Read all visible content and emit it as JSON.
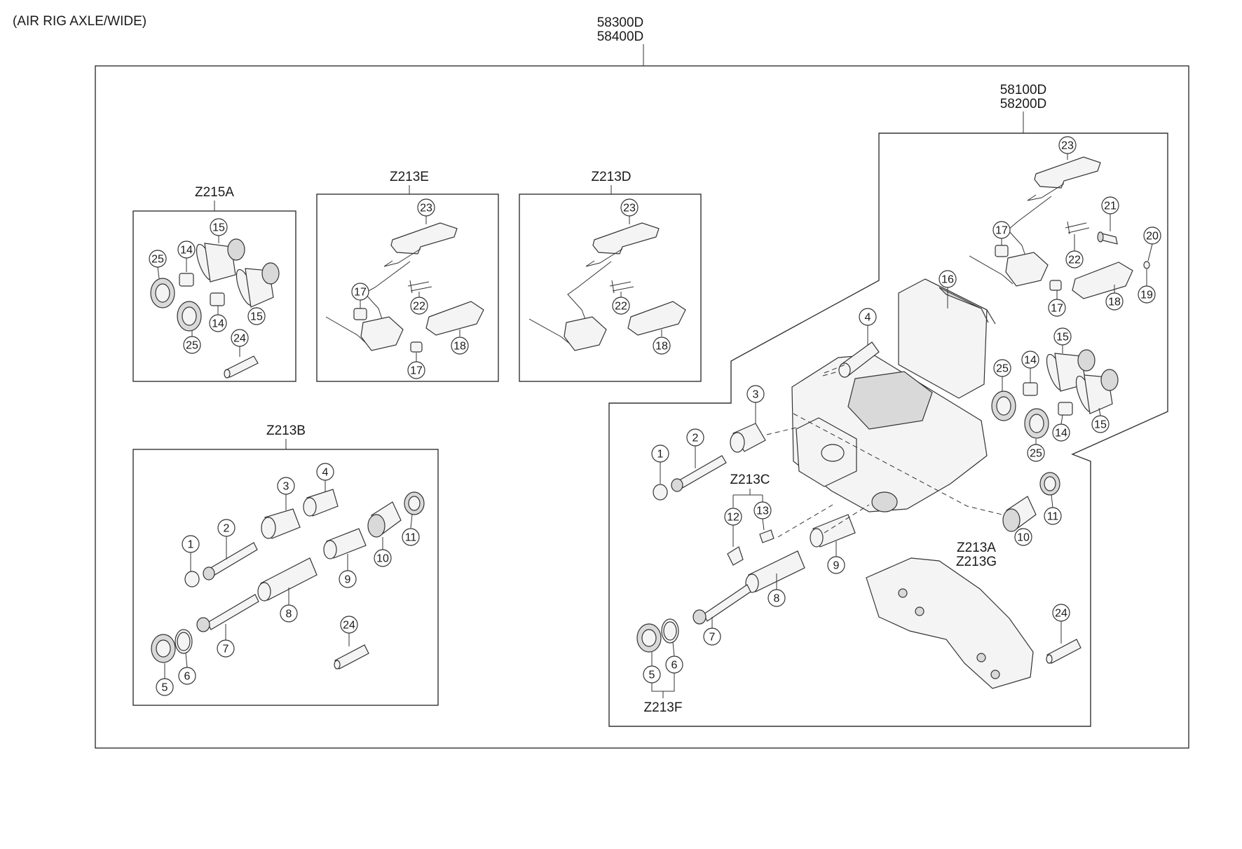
{
  "header_note": "(AIR RIG AXLE/WIDE)",
  "assembly": {
    "codes": [
      "58300D",
      "58400D"
    ]
  },
  "sub_assembly": {
    "codes": [
      "58100D",
      "58200D"
    ]
  },
  "kits": {
    "z215a": "Z215A",
    "z213e": "Z213E",
    "z213d": "Z213D",
    "z213b": "Z213B",
    "z213c": "Z213C",
    "z213f": "Z213F",
    "z213a": "Z213A",
    "z213g": "Z213G"
  },
  "callouts": {
    "z215a": [
      "15",
      "14",
      "25",
      "15",
      "14",
      "25",
      "24"
    ],
    "z213e": [
      "23",
      "17",
      "22",
      "18",
      "17"
    ],
    "z213d": [
      "23",
      "22",
      "18"
    ],
    "z213b": [
      "4",
      "3",
      "2",
      "1",
      "10",
      "11",
      "9",
      "8",
      "24",
      "7",
      "5",
      "6"
    ],
    "main": [
      "23",
      "21",
      "20",
      "17",
      "22",
      "19",
      "18",
      "17",
      "16",
      "4",
      "25",
      "14",
      "15",
      "3",
      "14",
      "15",
      "2",
      "1",
      "25",
      "12",
      "13",
      "10",
      "11",
      "9",
      "8",
      "7",
      "24",
      "5",
      "6"
    ]
  }
}
